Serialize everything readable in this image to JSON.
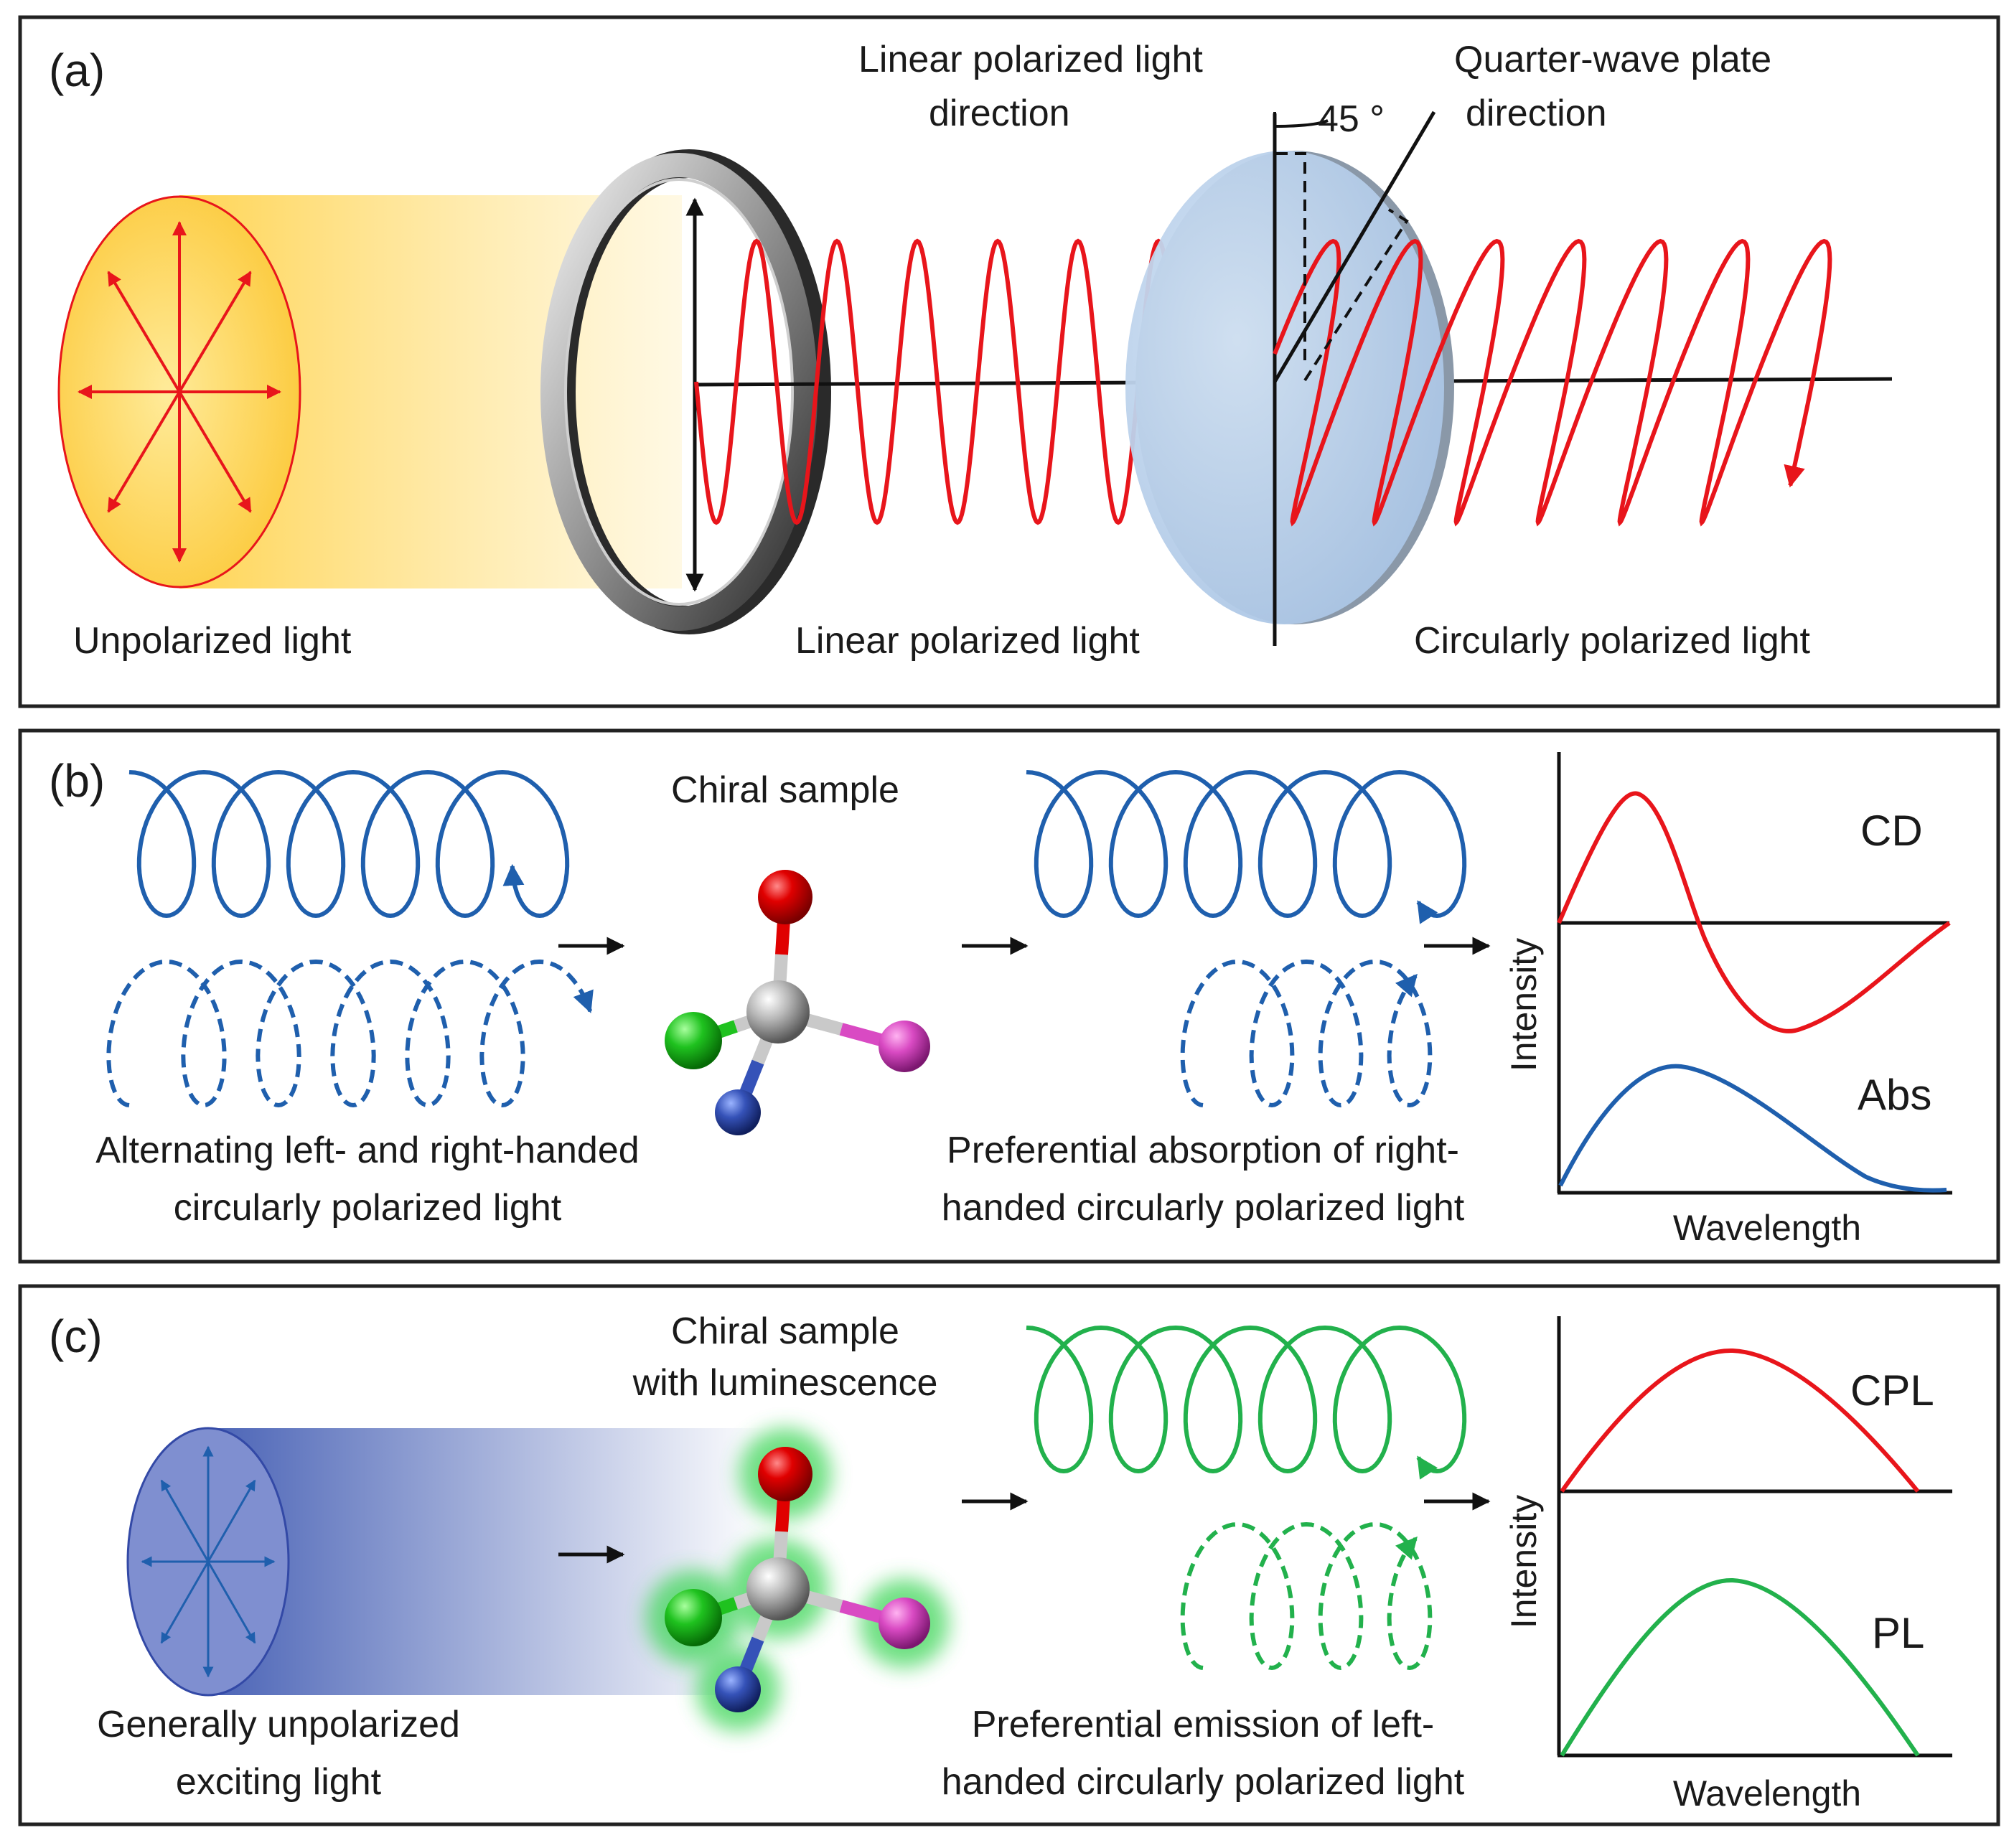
{
  "colors": {
    "red": "#e8151b",
    "blue": "#1f5fad",
    "green": "#22b14c",
    "black": "#111111",
    "plate": "#b9d0ea",
    "glow": "#3fd65a"
  },
  "panel_a": {
    "label": "(a)",
    "linear_dir_line1": "Linear polarized light",
    "linear_dir_line2": "direction",
    "angle": "45 °",
    "qwp_line1": "Quarter-wave plate",
    "qwp_line2": "direction",
    "unpolarized": "Unpolarized light",
    "linear": "Linear polarized light",
    "circular": "Circularly polarized light"
  },
  "panel_b": {
    "label": "(b)",
    "chiral": "Chiral sample",
    "alt_line1": "Alternating left- and right-handed",
    "alt_line2": "circularly polarized light",
    "pref_line1": "Preferential absorption of right-",
    "pref_line2": "handed circularly polarized light",
    "intensity": "Intensity",
    "wavelength": "Wavelength",
    "top_curve": "CD",
    "bottom_curve": "Abs"
  },
  "panel_c": {
    "label": "(c)",
    "chiral_line1": "Chiral sample",
    "chiral_line2": "with luminescence",
    "gen_line1": "Generally unpolarized",
    "gen_line2": "exciting light",
    "pref_line1": "Preferential emission of left-",
    "pref_line2": "handed circularly polarized light",
    "intensity": "Intensity",
    "wavelength": "Wavelength",
    "top_curve": "CPL",
    "bottom_curve": "PL"
  }
}
